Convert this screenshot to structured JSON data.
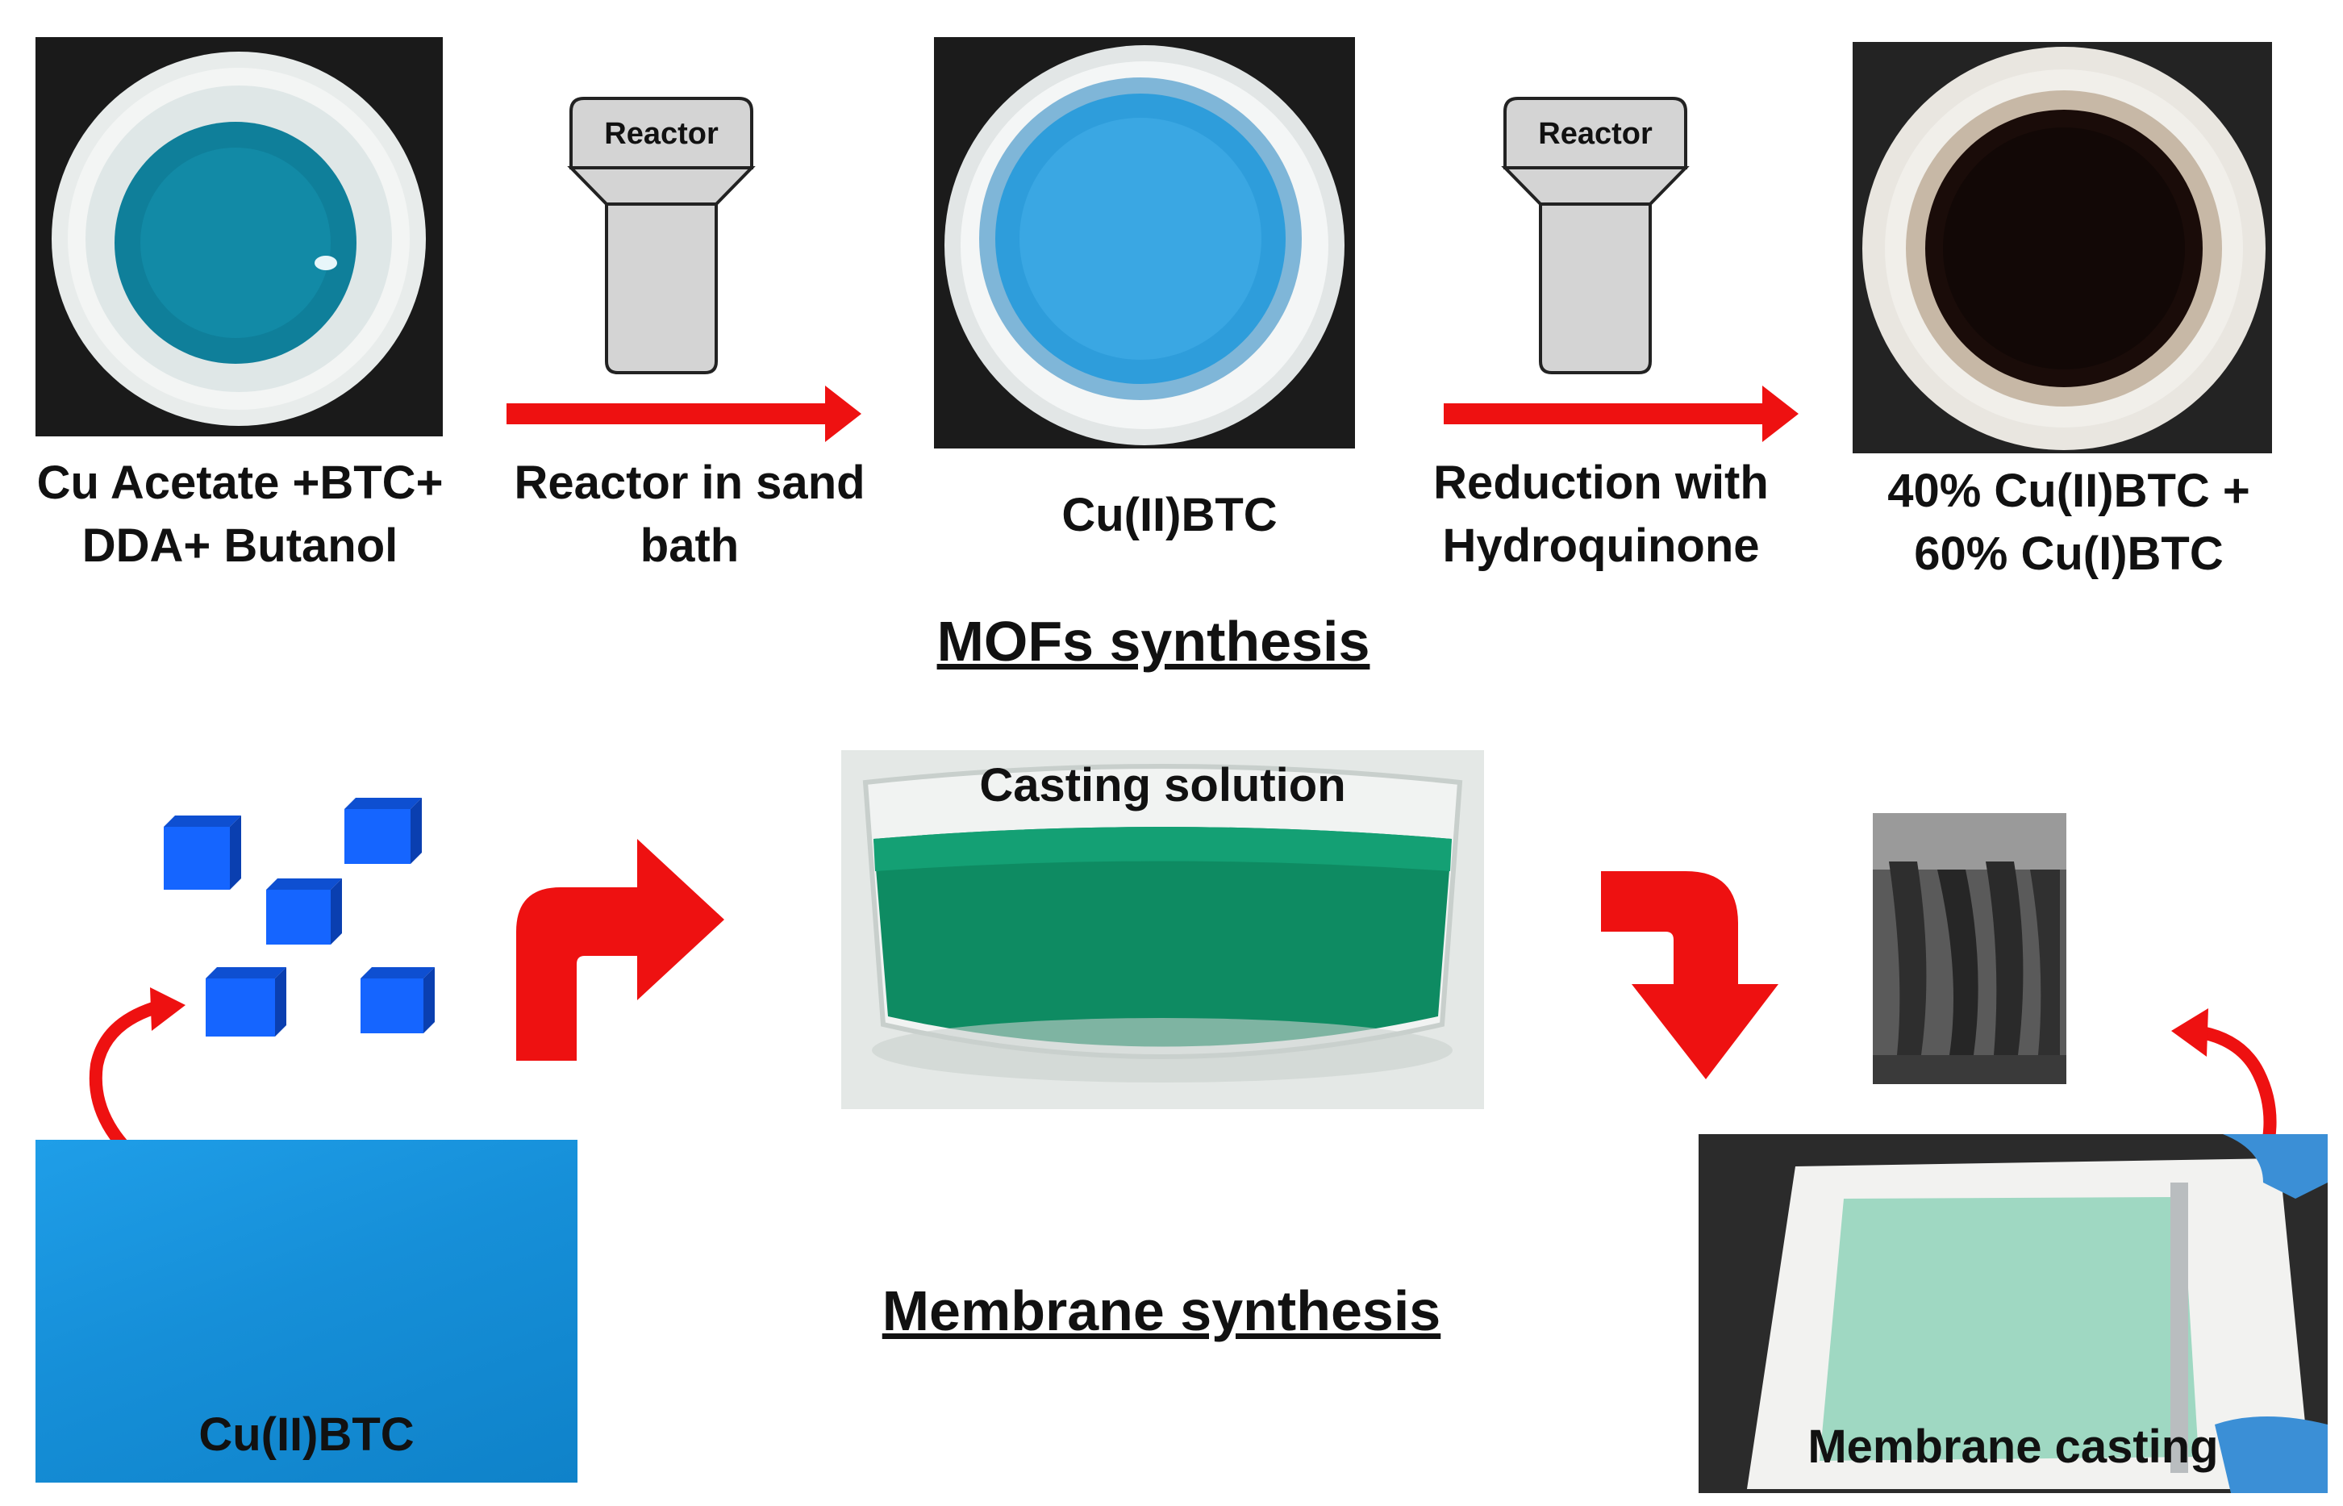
{
  "top_row": {
    "step1_label_line1": "Cu Acetate +BTC+",
    "step1_label_line2": "DDA+ Butanol",
    "reactor1_label": "Reactor",
    "step2_label_line1": "Reactor in sand",
    "step2_label_line2": "bath",
    "step3_label": "Cu(II)BTC",
    "reactor2_label": "Reactor",
    "step4_label_line1": "Reduction with",
    "step4_label_line2": "Hydroquinone",
    "step5_label_line1": "40% Cu(II)BTC +",
    "step5_label_line2": "60% Cu(I)BTC"
  },
  "section_titles": {
    "mofs": "MOFs synthesis",
    "membrane": "Membrane synthesis"
  },
  "bottom_row": {
    "powder_label": "Cu(II)BTC",
    "casting_solution_label": "Casting solution",
    "membrane_casting_label": "Membrane casting"
  },
  "colors": {
    "arrow_red": "#ee1111",
    "cube_blue": "#1565ff",
    "reactor_gray": "#d4d4d4"
  }
}
